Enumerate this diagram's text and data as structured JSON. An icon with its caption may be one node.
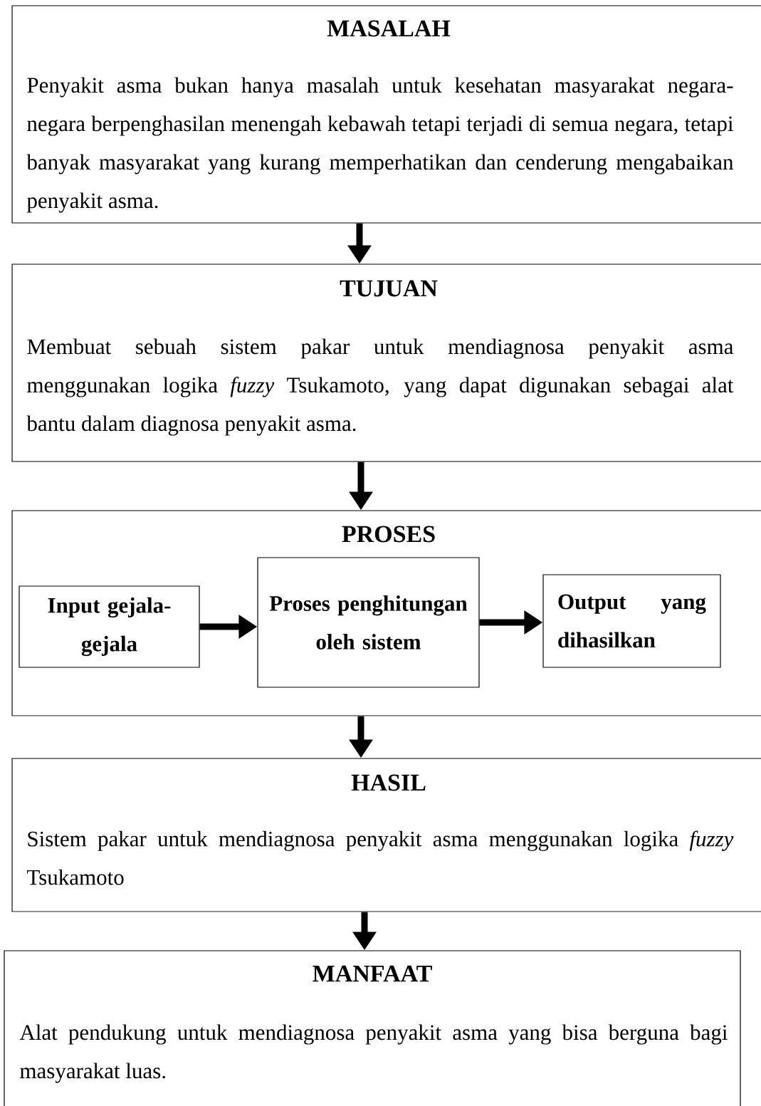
{
  "diagram": {
    "nodes": [
      {
        "text": [
          "MASALAH",
          "Penyakit asma bukan hanya masalah untuk kesehatan masyarakat negara-negara berpenghasilan menengah kebawah tetapi terjadi di semua negara, tetapi banyak masyarakat yang kurang memperhatikan dan cenderung mengabaikan penyakit asma."
        ]
      },
      {
        "text": [
          "TUJUAN",
          "Membuat sebuah sistem pakar untuk mendiagnosa penyakit asma menggunakan logika *fuzzy* Tsukamoto, yang dapat digunakan sebagai alat bantu dalam diagnosa penyakit asma."
        ]
      },
      {
        "text": [
          "PROSES"
        ]
      },
      {
        "text": [
          "Input gejala-gejala"
        ],
        "in": 2
      },
      {
        "text": [
          "Proses penghitungan oleh sistem"
        ],
        "in": 2
      },
      {
        "text": [
          "Output yang dihasilkan"
        ],
        "in": 2
      },
      {
        "text": [
          "HASIL",
          "Sistem pakar untuk mendiagnosa penyakit asma menggunakan logika *fuzzy* Tsukamoto"
        ]
      },
      {
        "text": [
          "MANFAAT",
          "Alat pendukung untuk mendiagnosa penyakit asma yang bisa berguna bagi masyarakat luas."
        ]
      }
    ],
    "edges": [
      {
        "from": 0,
        "to": 1,
        "arrow": "to"
      },
      {
        "from": 1,
        "to": 2,
        "arrow": "to"
      },
      {
        "from": 3,
        "to": 4,
        "arrow": "to"
      },
      {
        "from": 4,
        "to": 5,
        "arrow": "to"
      },
      {
        "from": 2,
        "to": 6,
        "arrow": "to"
      },
      {
        "from": 6,
        "to": 7,
        "arrow": "to"
      }
    ]
  }
}
